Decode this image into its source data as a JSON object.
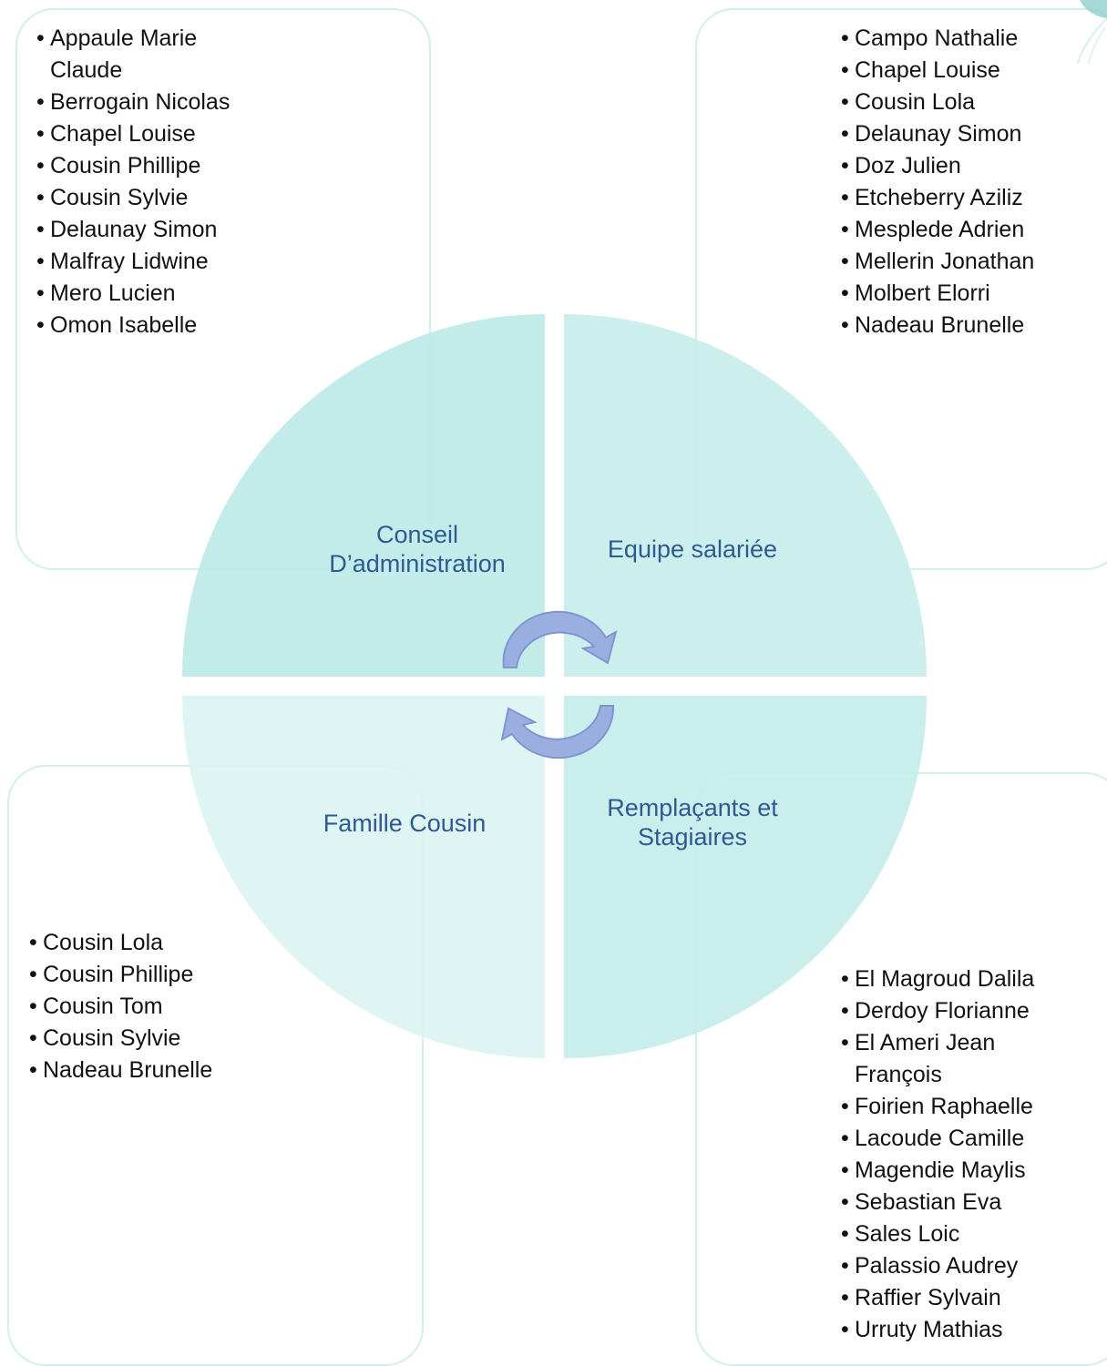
{
  "colors": {
    "segment_top_left": "#bdeae8",
    "segment_top_right": "#c8eeec",
    "segment_bottom_left": "#dbf4f3",
    "segment_bottom_right": "#c5edeb",
    "box_border": "#d2eeee",
    "label_text": "#2e5a92",
    "arrow_fill": "#9aaee0",
    "arrow_stroke": "#7f95d0"
  },
  "segments": {
    "top_left": "Conseil D’administration",
    "top_right": "Equipe salariée",
    "bottom_left": "Famille Cousin",
    "bottom_right": "Remplaçants et Stagiaires"
  },
  "bullet": "•",
  "lists": {
    "top_left": [
      "Appaule Marie Claude",
      "Berrogain Nicolas",
      "Chapel Louise",
      "Cousin Phillipe",
      "Cousin Sylvie",
      "Delaunay Simon",
      "Malfray Lidwine",
      "Mero Lucien",
      "Omon Isabelle"
    ],
    "top_right": [
      "Campo Nathalie",
      "Chapel Louise",
      "Cousin Lola",
      "Delaunay Simon",
      "Doz Julien",
      "Etcheberry Aziliz",
      "Mesplede Adrien",
      "Mellerin Jonathan",
      "Molbert Elorri",
      "Nadeau Brunelle"
    ],
    "bottom_left": [
      "Cousin Lola",
      "Cousin Phillipe",
      "Cousin Tom",
      "Cousin Sylvie",
      "Nadeau Brunelle"
    ],
    "bottom_right": [
      "El Magroud Dalila",
      "Derdoy Florianne",
      "El Ameri Jean François",
      "Foirien Raphaelle",
      "Lacoude Camille",
      "Magendie Maylis",
      "Sebastian Eva",
      "Sales Loic",
      "Palassio Audrey",
      "Raffier Sylvain",
      "Urruty Mathias"
    ]
  },
  "icons": {
    "cycle_arrows": "circular-arrows-icon",
    "decoration": "leaf-decoration-icon"
  }
}
